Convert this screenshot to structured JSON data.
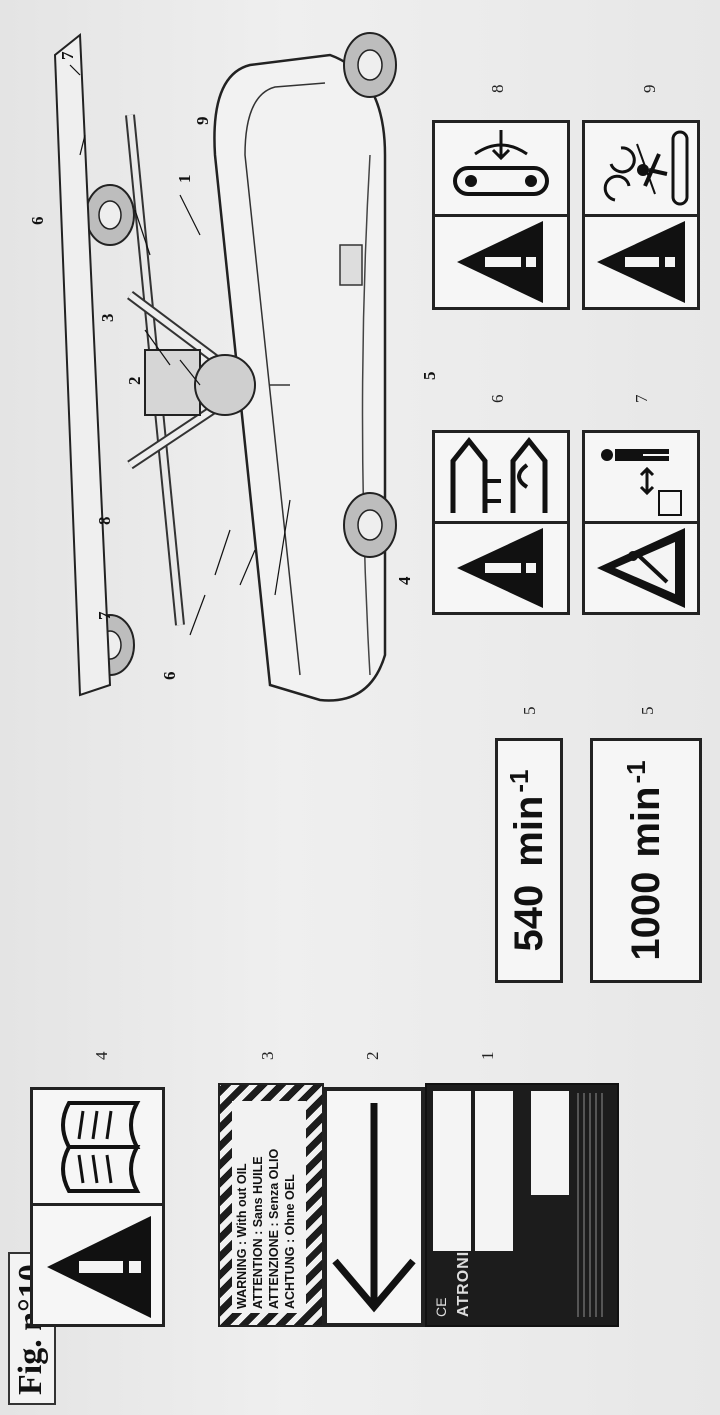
{
  "figure": {
    "title": "Fig. n°10"
  },
  "decal_numbers": {
    "n1": "1",
    "n2": "2",
    "n3": "3",
    "n4": "4",
    "n5a": "5",
    "n5b": "5",
    "n6": "6",
    "n7": "7",
    "n8": "8",
    "n9": "9"
  },
  "callouts": {
    "c1": "1",
    "c2": "2",
    "c3": "3",
    "c4": "4",
    "c5": "5",
    "c6a": "6",
    "c6b": "6",
    "c7a": "7",
    "c7b": "7",
    "c8": "8",
    "c9": "9"
  },
  "rpm_labels": {
    "low": {
      "value": "540",
      "unit": "min",
      "exponent": "-1"
    },
    "high": {
      "value": "1000",
      "unit": "min",
      "exponent": "-1"
    }
  },
  "oil_warning": {
    "lines": [
      "WARNING   : With out OIL",
      "ATTENTION : Sans HUILE",
      "ATTENZIONE : Senza OLIO",
      "ACHTUNG   : Ohne OEL"
    ]
  },
  "plate": {
    "mark": "CE",
    "brand": "ATRONI"
  },
  "icons": {
    "warning": "warning-triangle-icon",
    "manual": "open-book-icon",
    "arrow": "arrow-left-icon"
  },
  "colors": {
    "ink": "#111111",
    "paper": "#ececec",
    "plate": "#1c1c1c"
  }
}
